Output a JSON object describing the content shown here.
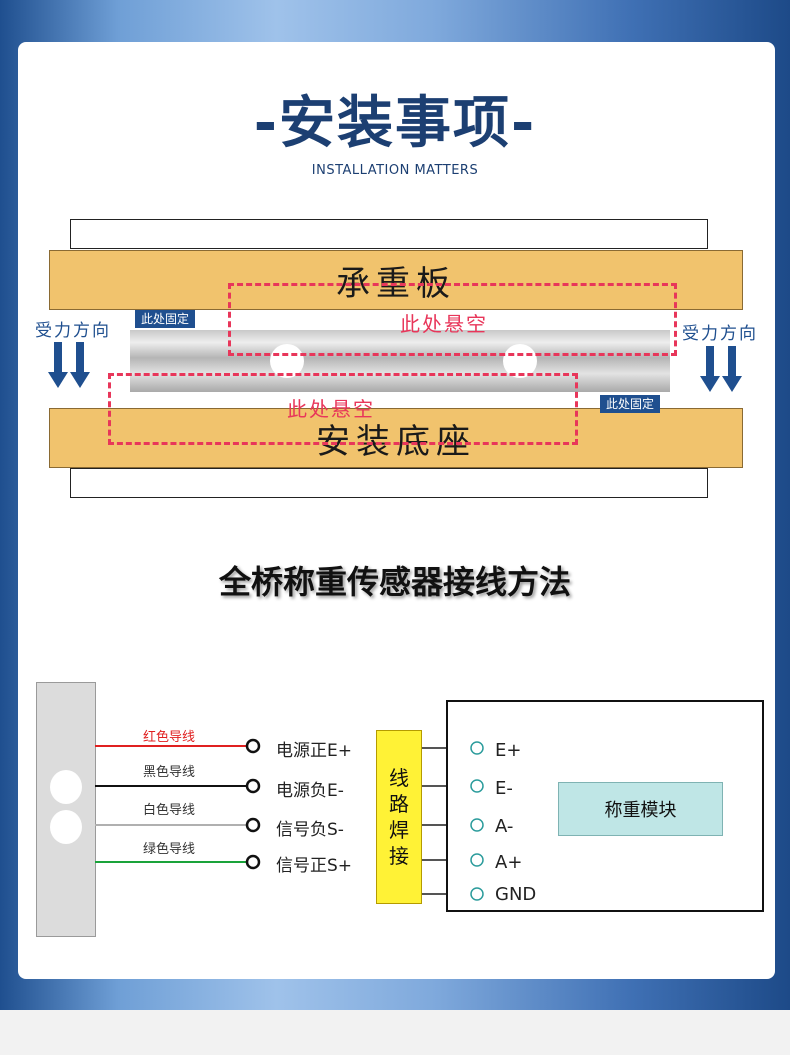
{
  "header": {
    "title": "-安装事项-",
    "subtitle": "INSTALLATION MATTERS"
  },
  "install_diagram": {
    "top_plate": "承重板",
    "bottom_plate": "安装底座",
    "suspended_top": "此处悬空",
    "suspended_bottom": "此处悬空",
    "fixed_left": "此处固定",
    "fixed_right": "此处固定",
    "force_left": "受力方向",
    "force_right": "受力方向",
    "arrow_glyph": "⬇⬇"
  },
  "wiring": {
    "title": "全桥称重传感器接线方法",
    "wires": [
      {
        "label": "红色导线",
        "color": "#e02020",
        "terminal": "电源正",
        "code": "E+"
      },
      {
        "label": "黑色导线",
        "color": "#111111",
        "terminal": "电源负",
        "code": "E-"
      },
      {
        "label": "白色导线",
        "color": "#b0b0b0",
        "terminal": "信号负",
        "code": "S-"
      },
      {
        "label": "绿色导线",
        "color": "#1aa33a",
        "terminal": "信号正",
        "code": "S+"
      }
    ],
    "solder_chars": [
      "线",
      "路",
      "焊",
      "接"
    ],
    "module_label": "称重模块",
    "pins": [
      "E+",
      "E-",
      "A-",
      "A+",
      "GND"
    ]
  },
  "colors": {
    "brand_blue": "#1c3f72",
    "plate_gold": "#f1c36d",
    "dash_red": "#e8365a",
    "solder_yellow": "#fff236"
  }
}
